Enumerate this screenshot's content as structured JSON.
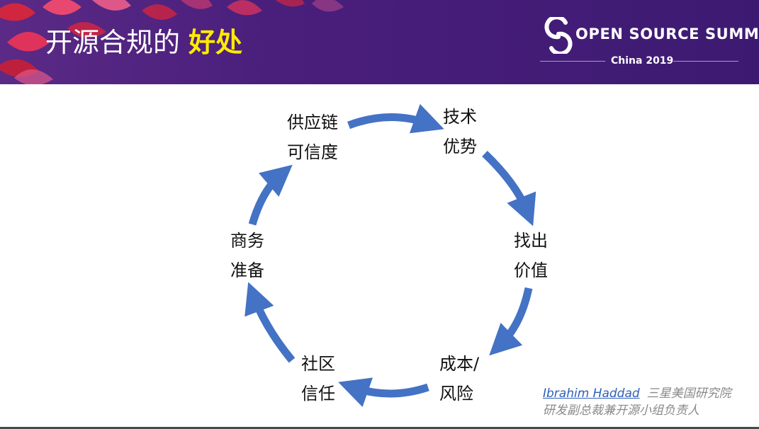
{
  "header": {
    "title_main": "开源合规的",
    "title_accent": "好处",
    "brand_name": "OPEN SOURCE SUMMIT",
    "brand_sub": "China 2019",
    "colors": {
      "banner": "#4a1f7c",
      "accent": "#ffeb00",
      "leaf_red": "#d7263d",
      "leaf_pink": "#e55b8a"
    }
  },
  "cycle": {
    "arrow_color": "#4472c4",
    "nodes": [
      {
        "line1": "供应链",
        "line2": "可信度"
      },
      {
        "line1": "技术",
        "line2": "优势"
      },
      {
        "line1": "找出",
        "line2": "价值"
      },
      {
        "line1": "成本/",
        "line2": "风险"
      },
      {
        "line1": "社区",
        "line2": "信任"
      },
      {
        "line1": "商务",
        "line2": "准备"
      }
    ]
  },
  "credit": {
    "name": "Ibrahim Haddad",
    "line1": "三星美国研究院",
    "line2": "研发副总裁兼开源小组负责人"
  }
}
